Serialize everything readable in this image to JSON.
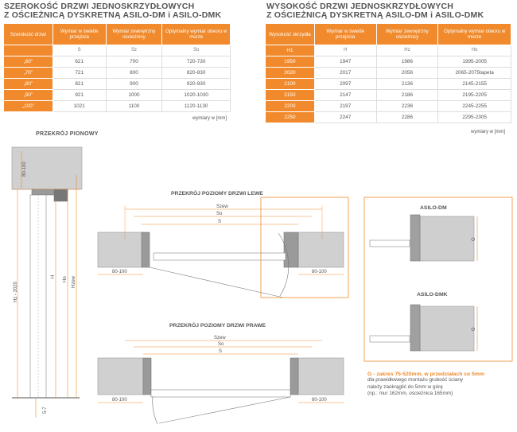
{
  "width_section": {
    "title_line1": "SZEROKOŚĆ DRZWI JEDNOSKRZYDŁOWYCH",
    "title_line2": "Z OŚCIEŻNICĄ DYSKRETNĄ ASILO-DM i ASILO-DMK",
    "headers": [
      "Szerokość drzwi",
      "Wymiar w świetle przejścia",
      "Wymiar zewnętrzny ościeżnicy",
      "Optymalny wymiar otworu w murze"
    ],
    "symbols": [
      "",
      "S",
      "Sz",
      "So"
    ],
    "rows": [
      [
        "„60”",
        "621",
        "700",
        "720-730"
      ],
      [
        "„70”",
        "721",
        "800",
        "820-830"
      ],
      [
        "„80”",
        "821",
        "900",
        "920-930"
      ],
      [
        "„90”",
        "921",
        "1000",
        "1020-1030"
      ],
      [
        "„100”",
        "1021",
        "1100",
        "1120-1130"
      ]
    ],
    "note": "wymiary w [mm]"
  },
  "height_section": {
    "title_line1": "WYSOKOŚĆ DRZWI JEDNOSKRZYDŁOWYCH",
    "title_line2": "Z OŚCIEŻNICĄ DYSKRETNĄ ASILO-DM i ASILO-DMK",
    "headers": [
      "Wysokość skrzydła",
      "Wymiar w świetle przejścia",
      "Wymiar zewnętrzny ościeżnicy",
      "Optymalny wymiar otworu w murze"
    ],
    "symbols": [
      "H1",
      "H",
      "Hz",
      "Ho"
    ],
    "rows": [
      [
        "1950",
        "1947",
        "1986",
        "1995-2005"
      ],
      [
        "2020",
        "2017",
        "2056",
        "2065-2075tapeta"
      ],
      [
        "2100",
        "2097",
        "2136",
        "2145-2155"
      ],
      [
        "2150",
        "2147",
        "2186",
        "2195-2205"
      ],
      [
        "2200",
        "2197",
        "2236",
        "2245-2255"
      ],
      [
        "2250",
        "2247",
        "2286",
        "2295-2305"
      ]
    ],
    "note": "wymiary w [mm]"
  },
  "vertical_section": {
    "title": "PRZEKRÓJ PIONOWY",
    "label_top": "80-100",
    "label_hz": "Hz - 2020",
    "label_h": "H",
    "label_ho": "Ho",
    "label_hzew": "Hzew",
    "label_bottom": "5-7"
  },
  "left_section": {
    "title": "PRZEKRÓJ POZIOMY DRZWI LEWE",
    "szew": "Szew",
    "so": "So",
    "s": "S",
    "wall_left": "80-100",
    "wall_right": "80-100"
  },
  "right_section": {
    "title": "PRZEKRÓJ POZIOMY DRZWI PRAWE",
    "szew": "Szew",
    "so": "So",
    "s": "S",
    "wall_left": "80-100",
    "wall_right": "80-100"
  },
  "detail_dm": {
    "title": "ASILO-DM",
    "g": "G"
  },
  "detail_dmk": {
    "title": "ASILO-DMK",
    "g": "G"
  },
  "g_note": {
    "heading": "G - zakres 75-520mm, w przedziałach co 5mm",
    "line1": "dla prawidłowego montażu grubość ściany",
    "line2": "należy zaokrąglić do 5mm w górę",
    "line3": "(np.: mur 162mm, ościeżnica 165mm)"
  },
  "colors": {
    "accent": "#f08a2c",
    "wall": "#cfcfcf",
    "line": "#777777"
  }
}
